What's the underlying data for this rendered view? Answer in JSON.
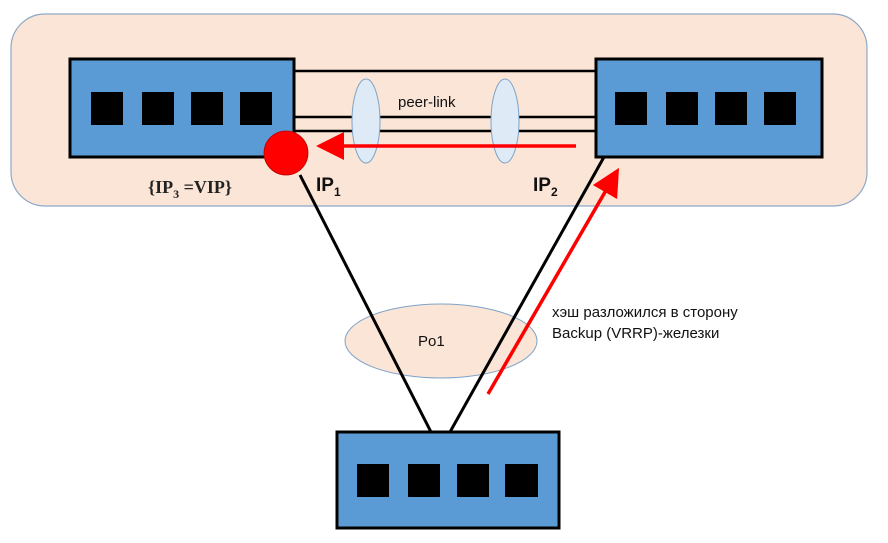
{
  "labels": {
    "peer_link": "peer-link",
    "ip1_main": "IP",
    "ip1_sub": "1",
    "ip2_main": "IP",
    "ip2_sub": "2",
    "vip_open": "{IP",
    "vip_sub": "3",
    "vip_rest": " =VIP}",
    "port_channel": "Po1",
    "annotation_line1": "хэш разложился в сторону",
    "annotation_line2": "Backup (VRRP)-железки"
  },
  "colors": {
    "domain_fill": "#fbe5d6",
    "domain_stroke": "#8ea9c8",
    "switch_fill": "#5b9bd5",
    "port_fill": "#000000",
    "lag_fill": "#deebf7",
    "arrow": "#ff0000",
    "vip_dot": "#ff0000"
  },
  "switches": [
    {
      "id": "left-switch",
      "ports": 4
    },
    {
      "id": "right-switch",
      "ports": 4
    },
    {
      "id": "bottom-switch",
      "ports": 4
    }
  ]
}
